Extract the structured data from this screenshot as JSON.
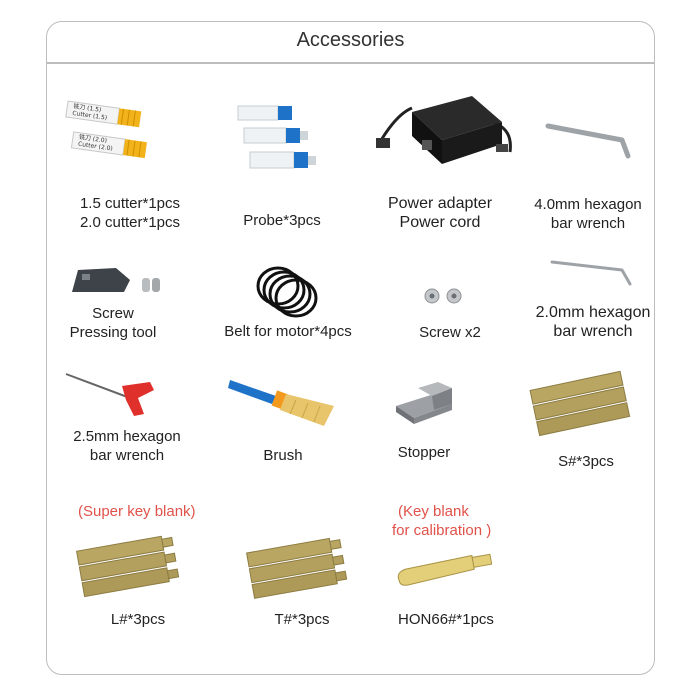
{
  "title": "Accessories",
  "notes": {
    "super_key_blank": "(Super key blank)",
    "calibration_line1": "(Key blank",
    "calibration_line2": "for calibration )"
  },
  "items": [
    {
      "id": "cutters",
      "lines": [
        "1.5 cutter*1pcs",
        "2.0 cutter*1pcs"
      ],
      "tube_text": [
        "铣刀 (1.5)",
        "Cutter (1.5)",
        "铣刀 (2.0)",
        "Cutter (2.0)"
      ]
    },
    {
      "id": "probe",
      "lines": [
        "Probe*3pcs"
      ]
    },
    {
      "id": "power",
      "lines": [
        "Power adapter",
        "Power cord"
      ]
    },
    {
      "id": "hex4",
      "lines": [
        "4.0mm hexagon",
        "bar wrench"
      ]
    },
    {
      "id": "pressing",
      "lines": [
        "Screw",
        "Pressing tool"
      ]
    },
    {
      "id": "belt",
      "lines": [
        "Belt for motor*4pcs"
      ]
    },
    {
      "id": "screw",
      "lines": [
        "Screw x2"
      ]
    },
    {
      "id": "hex2",
      "lines": [
        "2.0mm hexagon",
        "bar wrench"
      ]
    },
    {
      "id": "hex25",
      "lines": [
        "2.5mm hexagon",
        "bar wrench"
      ]
    },
    {
      "id": "brush",
      "lines": [
        "Brush"
      ]
    },
    {
      "id": "stopper",
      "lines": [
        "Stopper"
      ]
    },
    {
      "id": "s_blank",
      "lines": [
        "S#*3pcs"
      ]
    },
    {
      "id": "l_blank",
      "lines": [
        "L#*3pcs"
      ]
    },
    {
      "id": "t_blank",
      "lines": [
        "T#*3pcs"
      ]
    },
    {
      "id": "hon66",
      "lines": [
        "HON66#*1pcs"
      ]
    }
  ],
  "colors": {
    "frame": "#bdbdbd",
    "note": "#e0524a",
    "brass": "#b9a663",
    "blue": "#1e73c8",
    "red": "#e0302b"
  }
}
